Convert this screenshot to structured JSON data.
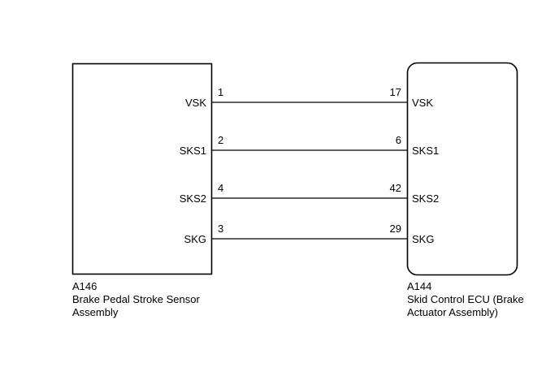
{
  "left_component": {
    "id": "A146",
    "name_line1": "Brake Pedal Stroke Sensor",
    "name_line2": "Assembly"
  },
  "right_component": {
    "id": "A144",
    "name_line1": "Skid Control ECU (Brake",
    "name_line2": "Actuator Assembly)"
  },
  "wires": [
    {
      "left_label": "VSK",
      "left_pin": "1",
      "right_pin": "17",
      "right_label": "VSK"
    },
    {
      "left_label": "SKS1",
      "left_pin": "2",
      "right_pin": "6",
      "right_label": "SKS1"
    },
    {
      "left_label": "SKS2",
      "left_pin": "4",
      "right_pin": "42",
      "right_label": "SKS2"
    },
    {
      "left_label": "SKG",
      "left_pin": "3",
      "right_pin": "29",
      "right_label": "SKG"
    }
  ]
}
